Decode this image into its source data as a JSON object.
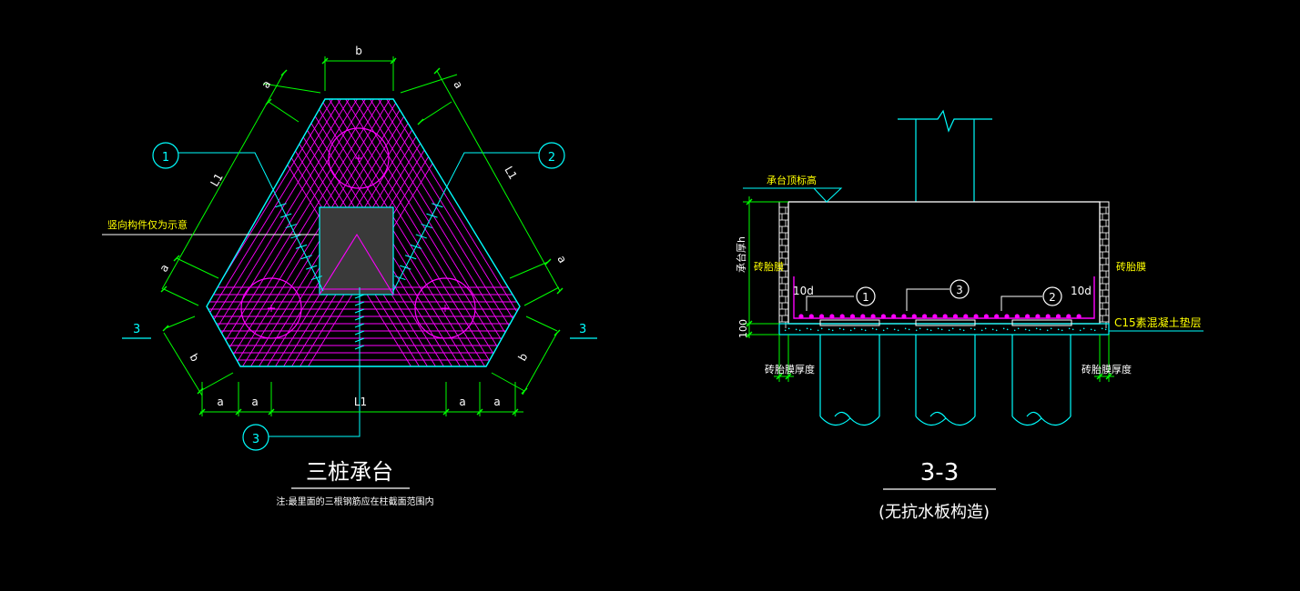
{
  "colors": {
    "background": "#000000",
    "outline": "#00ffff",
    "rebar": "#ff00ff",
    "dimension": "#00ff00",
    "leader": "#ffffff",
    "column_fill": "#3a3a3a",
    "label": "#ffff00",
    "title": "#ffffff"
  },
  "plan": {
    "title": "三桩承台",
    "note": "注:最里面的三根钢筋应在柱截面范围内",
    "annotation": "竖向构件仅为示意",
    "markers": {
      "m1": "1",
      "m2": "2",
      "m3": "3"
    },
    "section_marks": {
      "left": "3",
      "right": "3"
    },
    "dims": {
      "top_b": "b",
      "left_a": "a",
      "left_L1": "L1",
      "left_a2": "a",
      "left_b": "b",
      "right_a": "a",
      "right_L1": "L1",
      "right_a2": "a",
      "right_b": "b",
      "bottom_a1": "a",
      "bottom_a2": "a",
      "bottom_L1": "L1",
      "bottom_a3": "a",
      "bottom_a4": "a"
    }
  },
  "section": {
    "title": "3-3",
    "subtitle": "(无抗水板构造)",
    "top_elevation": "承台顶标高",
    "height_label": "承台厚h",
    "brick_left": "砖胎膜",
    "brick_right": "砖胎膜",
    "cover_left": "10d",
    "cover_right": "10d",
    "markers": {
      "m1": "1",
      "m2": "2",
      "m3": "3"
    },
    "cushion_label": "C15素混凝土垫层",
    "cushion_dim": "100",
    "brick_thickness_left": "砖胎膜厚度",
    "brick_thickness_right": "砖胎膜厚度"
  }
}
